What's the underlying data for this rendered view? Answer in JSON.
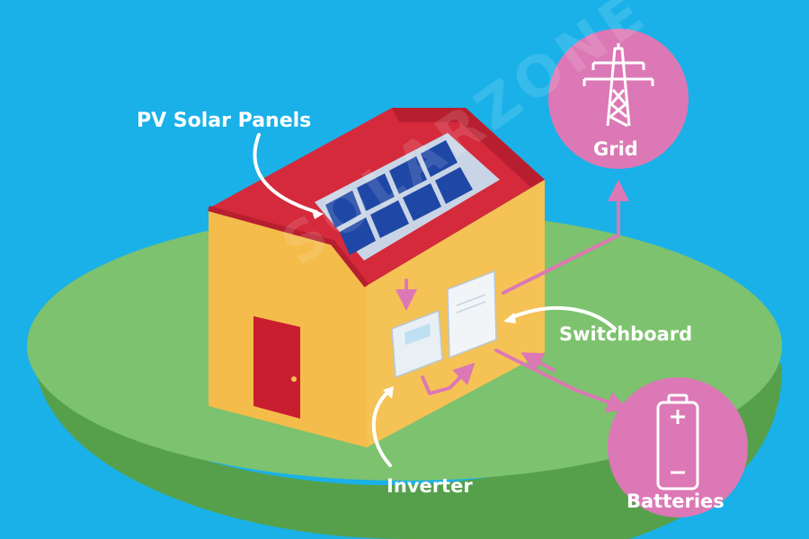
{
  "labels": {
    "pv_panels": "PV Solar Panels",
    "grid": "Grid",
    "switchboard": "Switchboard",
    "inverter": "Inverter",
    "batteries": "Batteries"
  },
  "watermark": "SOLARZONE",
  "icons": {
    "grid": "transmission-tower-icon",
    "batteries": "battery-icon"
  },
  "colors": {
    "sky": "#1ab1e8",
    "ground": "#7dc26e",
    "ground_edge": "#56a04c",
    "wall_front": "#f4bc4a",
    "wall_side": "#f5c255",
    "roof": "#d42a3b",
    "door": "#c91e2f",
    "panel": "#1f47a5",
    "flow": "#dc78b5",
    "circle": "#dc78b5",
    "text": "#ffffff"
  }
}
